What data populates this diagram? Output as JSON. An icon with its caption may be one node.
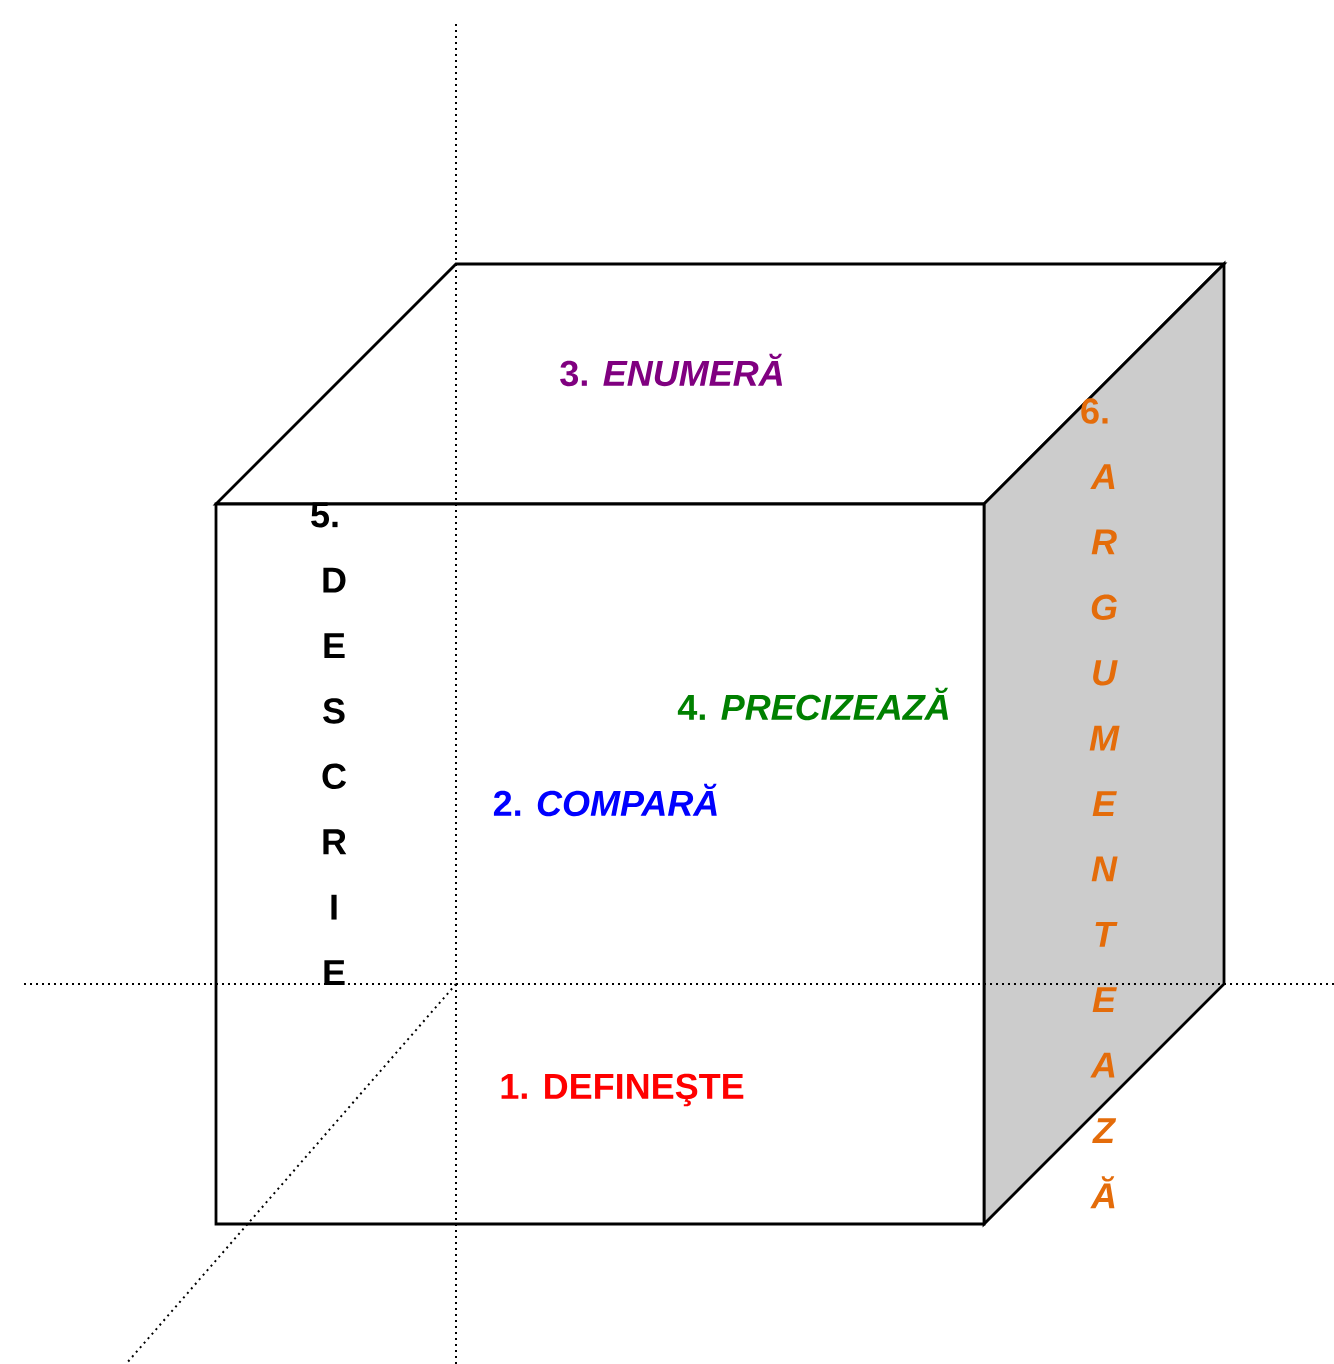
{
  "diagram": {
    "labels": [
      "3. *ENUMERĂ*",
      "6. *ARGUMENTEAZĂ*",
      "5. DESCRIE",
      "4. *PRECIZEAZĂ*",
      "2. *COMPARĂ*",
      "1. DEFINEŞTE"
    ]
  }
}
